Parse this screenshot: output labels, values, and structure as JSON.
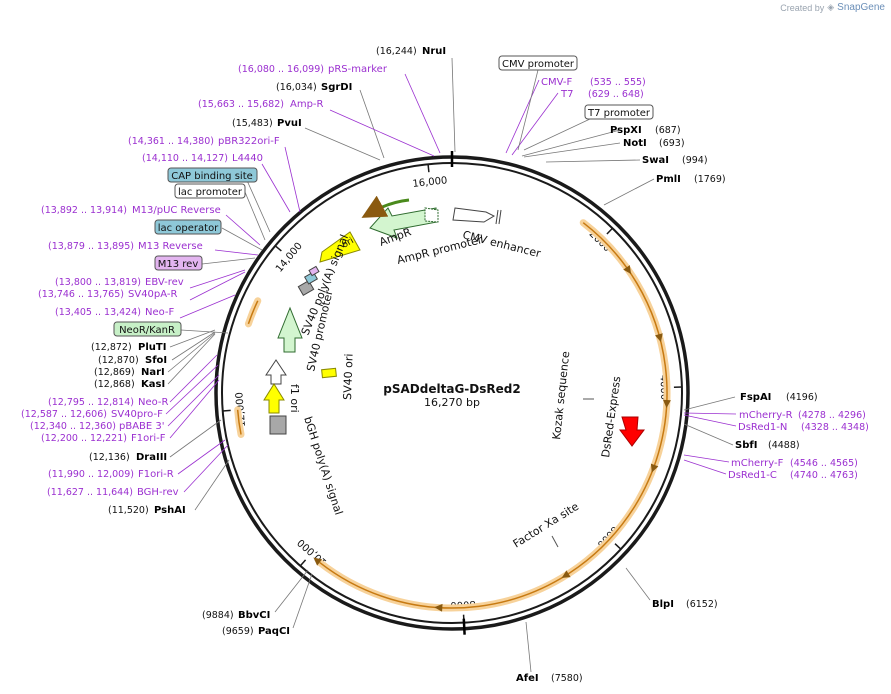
{
  "credit": {
    "prefix": "Created by",
    "brand": "SnapGene"
  },
  "plasmid": {
    "name": "pSADdeltaG-DsRed2",
    "length_label": "16,270 bp",
    "length": 16270
  },
  "ticks": [
    "2000",
    "4000",
    "6000",
    "8000",
    "10,000",
    "12,000",
    "14,000",
    "16,000"
  ],
  "right_sites": [
    {
      "pos": "(16,244)",
      "name": "NruI"
    },
    {
      "pos": "(687)",
      "name": "PspXI"
    },
    {
      "pos": "(693)",
      "name": "NotI"
    },
    {
      "pos": "(994)",
      "name": "SwaI"
    },
    {
      "pos": "(1769)",
      "name": "PmlI"
    },
    {
      "pos": "(4196)",
      "name": "FspAI"
    },
    {
      "pos": "(4488)",
      "name": "SbfI"
    },
    {
      "pos": "(6152)",
      "name": "BlpI"
    },
    {
      "pos": "(7580)",
      "name": "AfeI"
    }
  ],
  "left_sites": [
    {
      "pos": "(16,034)",
      "name": "SgrDI"
    },
    {
      "pos": "(15,483)",
      "name": "PvuI"
    },
    {
      "pos": "(12,872)",
      "name": "PluTI"
    },
    {
      "pos": "(12,870)",
      "name": "SfoI"
    },
    {
      "pos": "(12,869)",
      "name": "NarI"
    },
    {
      "pos": "(12,868)",
      "name": "KasI"
    },
    {
      "pos": "(12,136)",
      "name": "DraIII"
    },
    {
      "pos": "(11,520)",
      "name": "PshAI"
    },
    {
      "pos": "(9884)",
      "name": "BbvCI"
    },
    {
      "pos": "(9659)",
      "name": "PaqCI"
    }
  ],
  "primers_right": [
    {
      "name": "CMV-F",
      "range": "(535 .. 555)"
    },
    {
      "name": "T7",
      "range": "(629 .. 648)"
    },
    {
      "name": "mCherry-R",
      "range": "(4278 .. 4296)"
    },
    {
      "name": "DsRed1-N",
      "range": "(4328 .. 4348)"
    },
    {
      "name": "mCherry-F",
      "range": "(4546 .. 4565)"
    },
    {
      "name": "DsRed1-C",
      "range": "(4740 .. 4763)"
    }
  ],
  "primers_left": [
    {
      "range": "(16,080 .. 16,099)",
      "name": "pRS-marker"
    },
    {
      "range": "(15,663 .. 15,682)",
      "name": "Amp-R"
    },
    {
      "range": "(14,361 .. 14,380)",
      "name": "pBR322ori-F"
    },
    {
      "range": "(14,110 .. 14,127)",
      "name": "L4440"
    },
    {
      "range": "(13,892 .. 13,914)",
      "name": "M13/pUC Reverse"
    },
    {
      "range": "(13,879 .. 13,895)",
      "name": "M13 Reverse"
    },
    {
      "range": "(13,800 .. 13,819)",
      "name": "EBV-rev"
    },
    {
      "range": "(13,746 .. 13,765)",
      "name": "SV40pA-R"
    },
    {
      "range": "(13,405 .. 13,424)",
      "name": "Neo-F"
    },
    {
      "range": "(12,795 .. 12,814)",
      "name": "Neo-R"
    },
    {
      "range": "(12,587 .. 12,606)",
      "name": "SV40pro-F"
    },
    {
      "range": "(12,340 .. 12,360)",
      "name": "pBABE 3'"
    },
    {
      "range": "(12,200 .. 12,221)",
      "name": "F1ori-F"
    },
    {
      "range": "(11,990 .. 12,009)",
      "name": "F1ori-R"
    },
    {
      "range": "(11,627 .. 11,644)",
      "name": "BGH-rev"
    }
  ],
  "boxed_labels": [
    {
      "name": "CMV promoter",
      "style": "white"
    },
    {
      "name": "T7 promoter",
      "style": "white"
    },
    {
      "name": "CAP binding site",
      "style": "teal"
    },
    {
      "name": "lac promoter",
      "style": "white"
    },
    {
      "name": "lac operator",
      "style": "teal"
    },
    {
      "name": "M13 rev",
      "style": "purple"
    },
    {
      "name": "NeoR/KanR",
      "style": "green"
    }
  ],
  "inner_features": [
    "CMV enhancer",
    "AmpR",
    "AmpR promoter",
    "ori",
    "SV40 poly(A) signal",
    "SV40 promoter",
    "SV40 ori",
    "f1 ori",
    "bGH poly(A) signal",
    "Kozak sequence",
    "DsRed-Express",
    "Factor Xa site"
  ],
  "colors": {
    "backbone": "#1a1a1a",
    "enzyme": "#000000",
    "primer": "#9b30d0",
    "orf": "#f2b660",
    "orf_arrow": "#e98b1a",
    "ampr": "#d3f5cf",
    "ampr_edge": "#2f6b2f",
    "ori": "#ffff00",
    "dsred": "#ff0000",
    "polyA": "#a8a8a8",
    "teal": "#8ec8d8",
    "green_box": "#c7f0c7",
    "purple_box": "#e3b5f0"
  }
}
